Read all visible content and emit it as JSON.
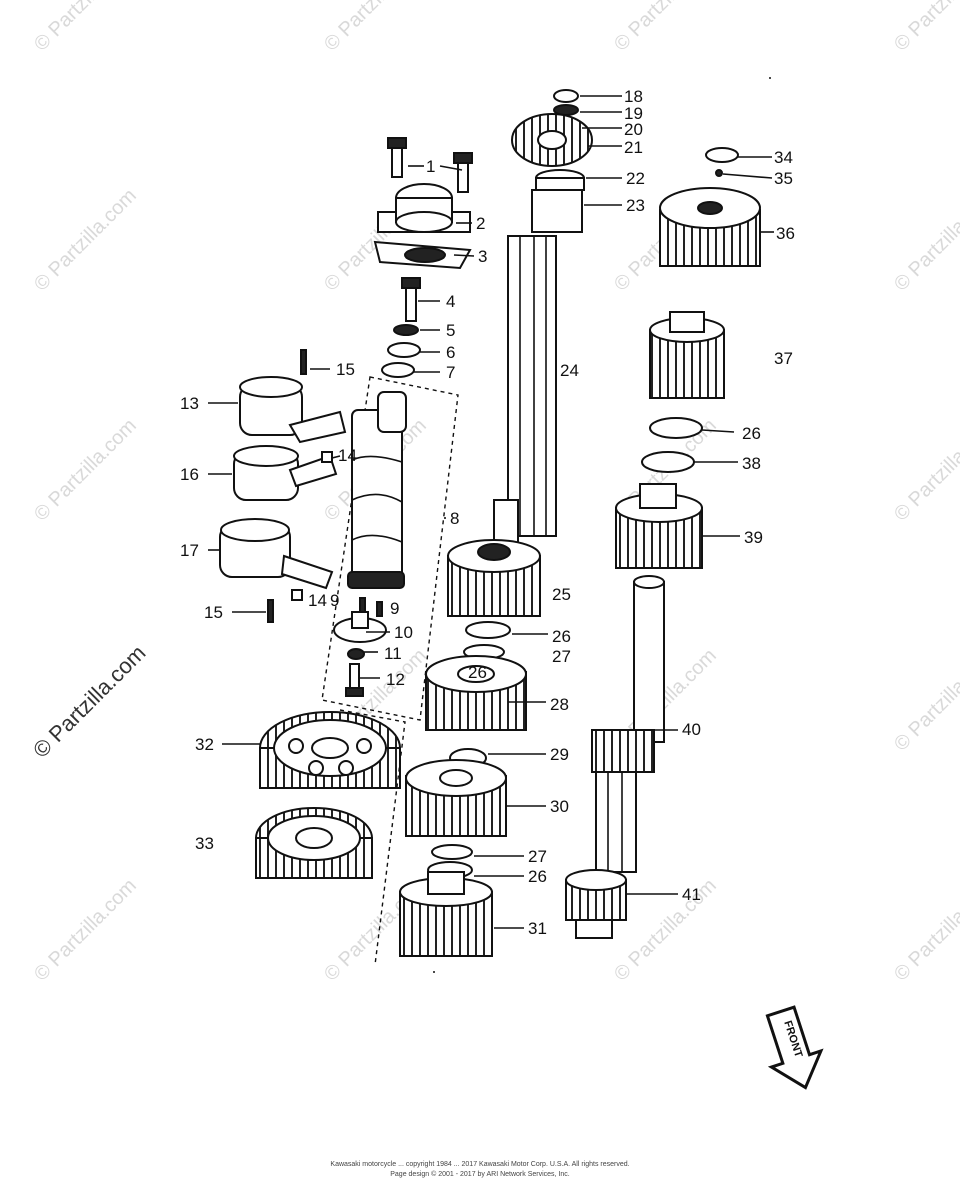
{
  "watermark": "© Partzilla.com",
  "side_watermark": "© Partzilla.com",
  "callouts": [
    "1",
    "2",
    "3",
    "4",
    "5",
    "6",
    "7",
    "8",
    "9",
    "9",
    "10",
    "11",
    "12",
    "13",
    "14",
    "14",
    "15",
    "15",
    "16",
    "17",
    "18",
    "19",
    "20",
    "21",
    "22",
    "23",
    "24",
    "25",
    "26",
    "26",
    "26",
    "26",
    "27",
    "27",
    "28",
    "29",
    "30",
    "31",
    "32",
    "33",
    "34",
    "35",
    "36",
    "37",
    "38",
    "39",
    "40",
    "41"
  ],
  "front_arrow_label": "FRONT",
  "copyright_line1": "Kawasaki motorcycle ... copyright 1984 ... 2017 Kawasaki Motor Corp. U.S.A. All rights reserved.",
  "copyright_line2": "Page design © 2001 - 2017 by ARI Network Services, Inc."
}
